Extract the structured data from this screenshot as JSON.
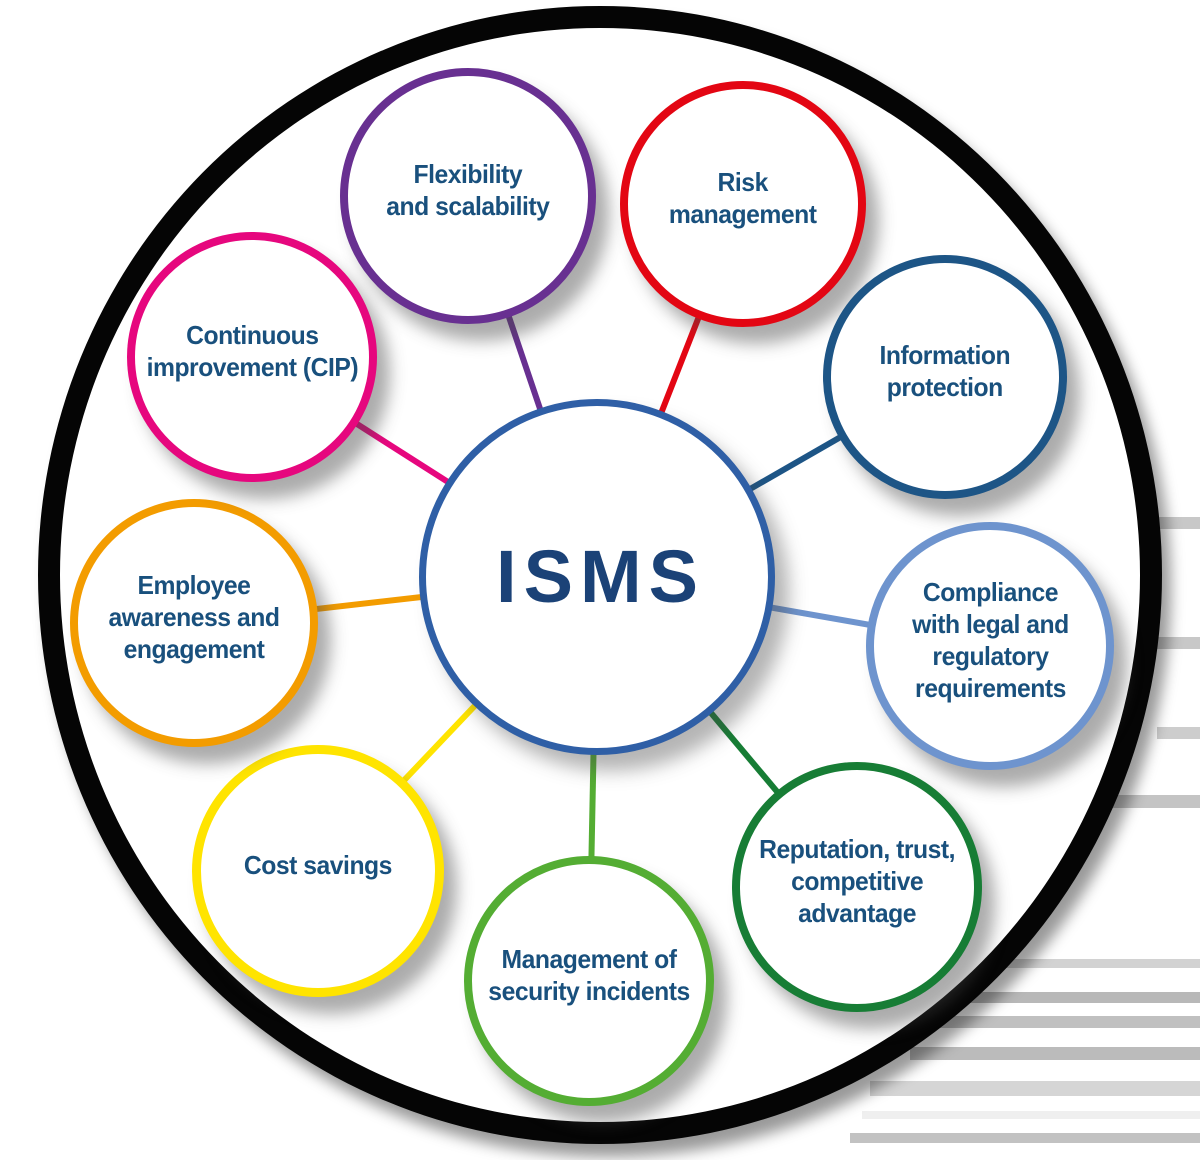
{
  "diagram": {
    "background_color": "#ffffff",
    "outer_circle_color": "#050505",
    "label_text_color": "#19507d",
    "center": {
      "label": "ISMS",
      "ring_color": "#2f5fa6",
      "text_color": "#1b4277"
    },
    "nodes": [
      {
        "id": "flexibility-and-scalability",
        "label": "Flexibility and scalability",
        "lines": [
          "Flexibility",
          "and scalability"
        ],
        "color": "#683091"
      },
      {
        "id": "risk-management",
        "label": "Risk management",
        "lines": [
          "Risk",
          "management"
        ],
        "color": "#e30613"
      },
      {
        "id": "information-protection",
        "label": "Information protection",
        "lines": [
          "Information",
          "protection"
        ],
        "color": "#1d5586"
      },
      {
        "id": "compliance-legal-regulatory",
        "label": "Compliance with legal and regulatory requirements",
        "lines": [
          "Compliance",
          "with legal and",
          "regulatory",
          "requirements"
        ],
        "color": "#6e94ce"
      },
      {
        "id": "reputation-trust-advantage",
        "label": "Reputation, trust, competitive advantage",
        "lines": [
          "Reputation, trust,",
          "competitive",
          "advantage"
        ],
        "color": "#177d35"
      },
      {
        "id": "management-of-security-incidents",
        "label": "Management of security incidents",
        "lines": [
          "Management of",
          "security incidents"
        ],
        "color": "#54ad33"
      },
      {
        "id": "cost-savings",
        "label": "Cost savings",
        "lines": [
          "Cost savings"
        ],
        "color": "#ffe400"
      },
      {
        "id": "employee-awareness-engagement",
        "label": "Employee awareness and engagement",
        "lines": [
          "Employee",
          "awareness and",
          "engagement"
        ],
        "color": "#f39c00"
      },
      {
        "id": "continuous-improvement-cip",
        "label": "Continuous improvement (CIP)",
        "lines": [
          "Continuous",
          "improvement (CIP)"
        ],
        "color": "#e6077e"
      }
    ]
  }
}
